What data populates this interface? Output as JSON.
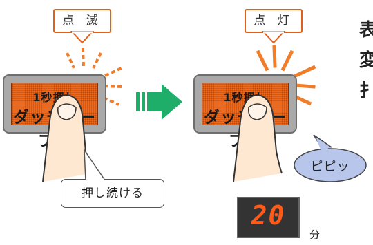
{
  "callouts": {
    "blink_label": "点 滅",
    "lit_label": "点 灯"
  },
  "button": {
    "line1": "1秒押し",
    "line2": "ダッチオーブン"
  },
  "speech": {
    "hold_label": "押し続ける",
    "beep_label": "ピピッ"
  },
  "right_text": {
    "char1": "表",
    "char2": "変",
    "char3": "扌"
  },
  "display": {
    "digits": "20",
    "unit": "分"
  },
  "colors": {
    "accent_orange": "#ef6a1c",
    "arrow_green": "#1fae6a",
    "beep_blue": "#b7c6ea"
  }
}
